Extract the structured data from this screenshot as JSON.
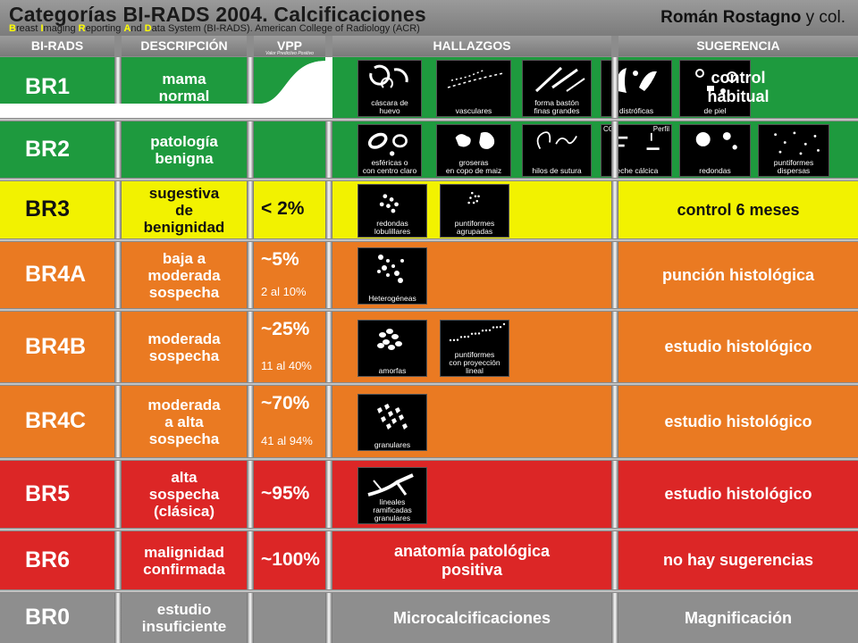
{
  "header": {
    "title": "Categorías BI-RADS 2004. Calcificaciones",
    "subtitle_parts": [
      "B",
      "reast ",
      "I",
      "maging ",
      "R",
      "eporting ",
      "A",
      "nd ",
      "D",
      "ata ",
      "S",
      "ystem (BI-RADS). American College of Radiology (ACR)"
    ],
    "author_name": "Román Rostagno",
    "author_suffix": " y col."
  },
  "columns": {
    "birads": "BI-RADS",
    "descripcion": "DESCRIPCIÓN",
    "vpp": "VPP",
    "vpp_sub": "Valor Predictivo Positivo",
    "hallazgos": "HALLAZGOS",
    "sugerencia": "SUGERENCIA"
  },
  "rows": [
    {
      "cat": "BR1",
      "desc": "mama\nnormal",
      "vpp": "",
      "range": "",
      "sug": "control\nhabitual",
      "color": "#1e9a3e",
      "findings": [
        "cáscara de\nhuevo",
        "vasculares",
        "forma bastón\nfinas grandes",
        "distróficas",
        "de piel"
      ]
    },
    {
      "cat": "BR2",
      "desc": "patología\nbenigna",
      "vpp": "",
      "range": "",
      "sug": "",
      "color": "#1e9a3e",
      "findings": [
        "esféricas o\ncon centro claro",
        "groseras\nen copo de maiz",
        "hilos de sutura",
        "leche cálcica",
        "redondas",
        "puntiformes\ndispersas"
      ],
      "extra_labels": [
        "CC",
        "Perfil"
      ]
    },
    {
      "cat": "BR3",
      "desc": "sugestiva\nde\nbenignidad",
      "vpp": "< 2%",
      "range": "",
      "sug": "control 6 meses",
      "color": "#f2f200",
      "findings": [
        "redondas\nlobulillares",
        "puntiformes\nagrupadas"
      ]
    },
    {
      "cat": "BR4A",
      "desc": "baja a\nmoderada\nsospecha",
      "vpp": "~5%",
      "range": "2 al 10%",
      "sug": "punción histológica",
      "color": "#ea7a22",
      "findings": [
        "Heterogéneas"
      ]
    },
    {
      "cat": "BR4B",
      "desc": "moderada\nsospecha",
      "vpp": "~25%",
      "range": "11 al 40%",
      "sug": "estudio histológico",
      "color": "#ea7a22",
      "findings": [
        "amorfas",
        "puntiformes\ncon proyección\nlineal"
      ]
    },
    {
      "cat": "BR4C",
      "desc": "moderada\na alta\nsospecha",
      "vpp": "~70%",
      "range": "41 al 94%",
      "sug": "estudio histológico",
      "color": "#ea7a22",
      "findings": [
        "granulares"
      ]
    },
    {
      "cat": "BR5",
      "desc": "alta\nsospecha\n(clásica)",
      "vpp": "~95%",
      "range": "",
      "sug": "estudio histológico",
      "color": "#dc2626",
      "findings": [
        "lineales\nramificadas\ngranulares"
      ]
    },
    {
      "cat": "BR6",
      "desc": "malignidad\nconfirmada",
      "vpp": "~100%",
      "range": "",
      "sug": "no hay sugerencias",
      "color": "#dc2626",
      "hallazgo_text": "anatomía patológica\npositiva",
      "findings": []
    },
    {
      "cat": "BR0",
      "desc": "estudio\ninsuficiente",
      "vpp": "",
      "range": "",
      "sug": "Magnificación",
      "color": "#8e8e8e",
      "hallazgo_text": "Microcalcificaciones",
      "findings": []
    }
  ],
  "icons": {
    "BR1": [
      "eggshell-calc-icon",
      "vascular-calc-icon",
      "rod-calc-icon",
      "dystrophic-calc-icon",
      "skin-calc-icon"
    ],
    "BR2": [
      "spherical-calc-icon",
      "popcorn-calc-icon",
      "suture-calc-icon",
      "milk-of-calcium-icon",
      "round-calc-icon",
      "punctate-dispersed-icon"
    ],
    "BR3": [
      "round-lobular-icon",
      "punctate-grouped-icon"
    ],
    "BR4A": [
      "heterogeneous-calc-icon"
    ],
    "BR4B": [
      "amorphous-calc-icon",
      "punctate-linear-icon"
    ],
    "BR4C": [
      "granular-calc-icon"
    ],
    "BR5": [
      "linear-branching-icon"
    ]
  }
}
